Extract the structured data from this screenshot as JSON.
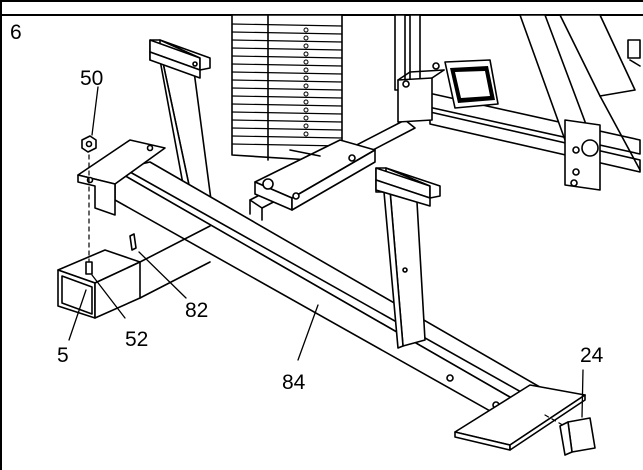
{
  "step_number": "6",
  "callouts": {
    "c50": "50",
    "c82": "82",
    "c52": "52",
    "c5": "5",
    "c84": "84",
    "c24": "24"
  },
  "colors": {
    "line": "#000000",
    "paper": "#ffffff",
    "shade": "#d9d9d9"
  }
}
